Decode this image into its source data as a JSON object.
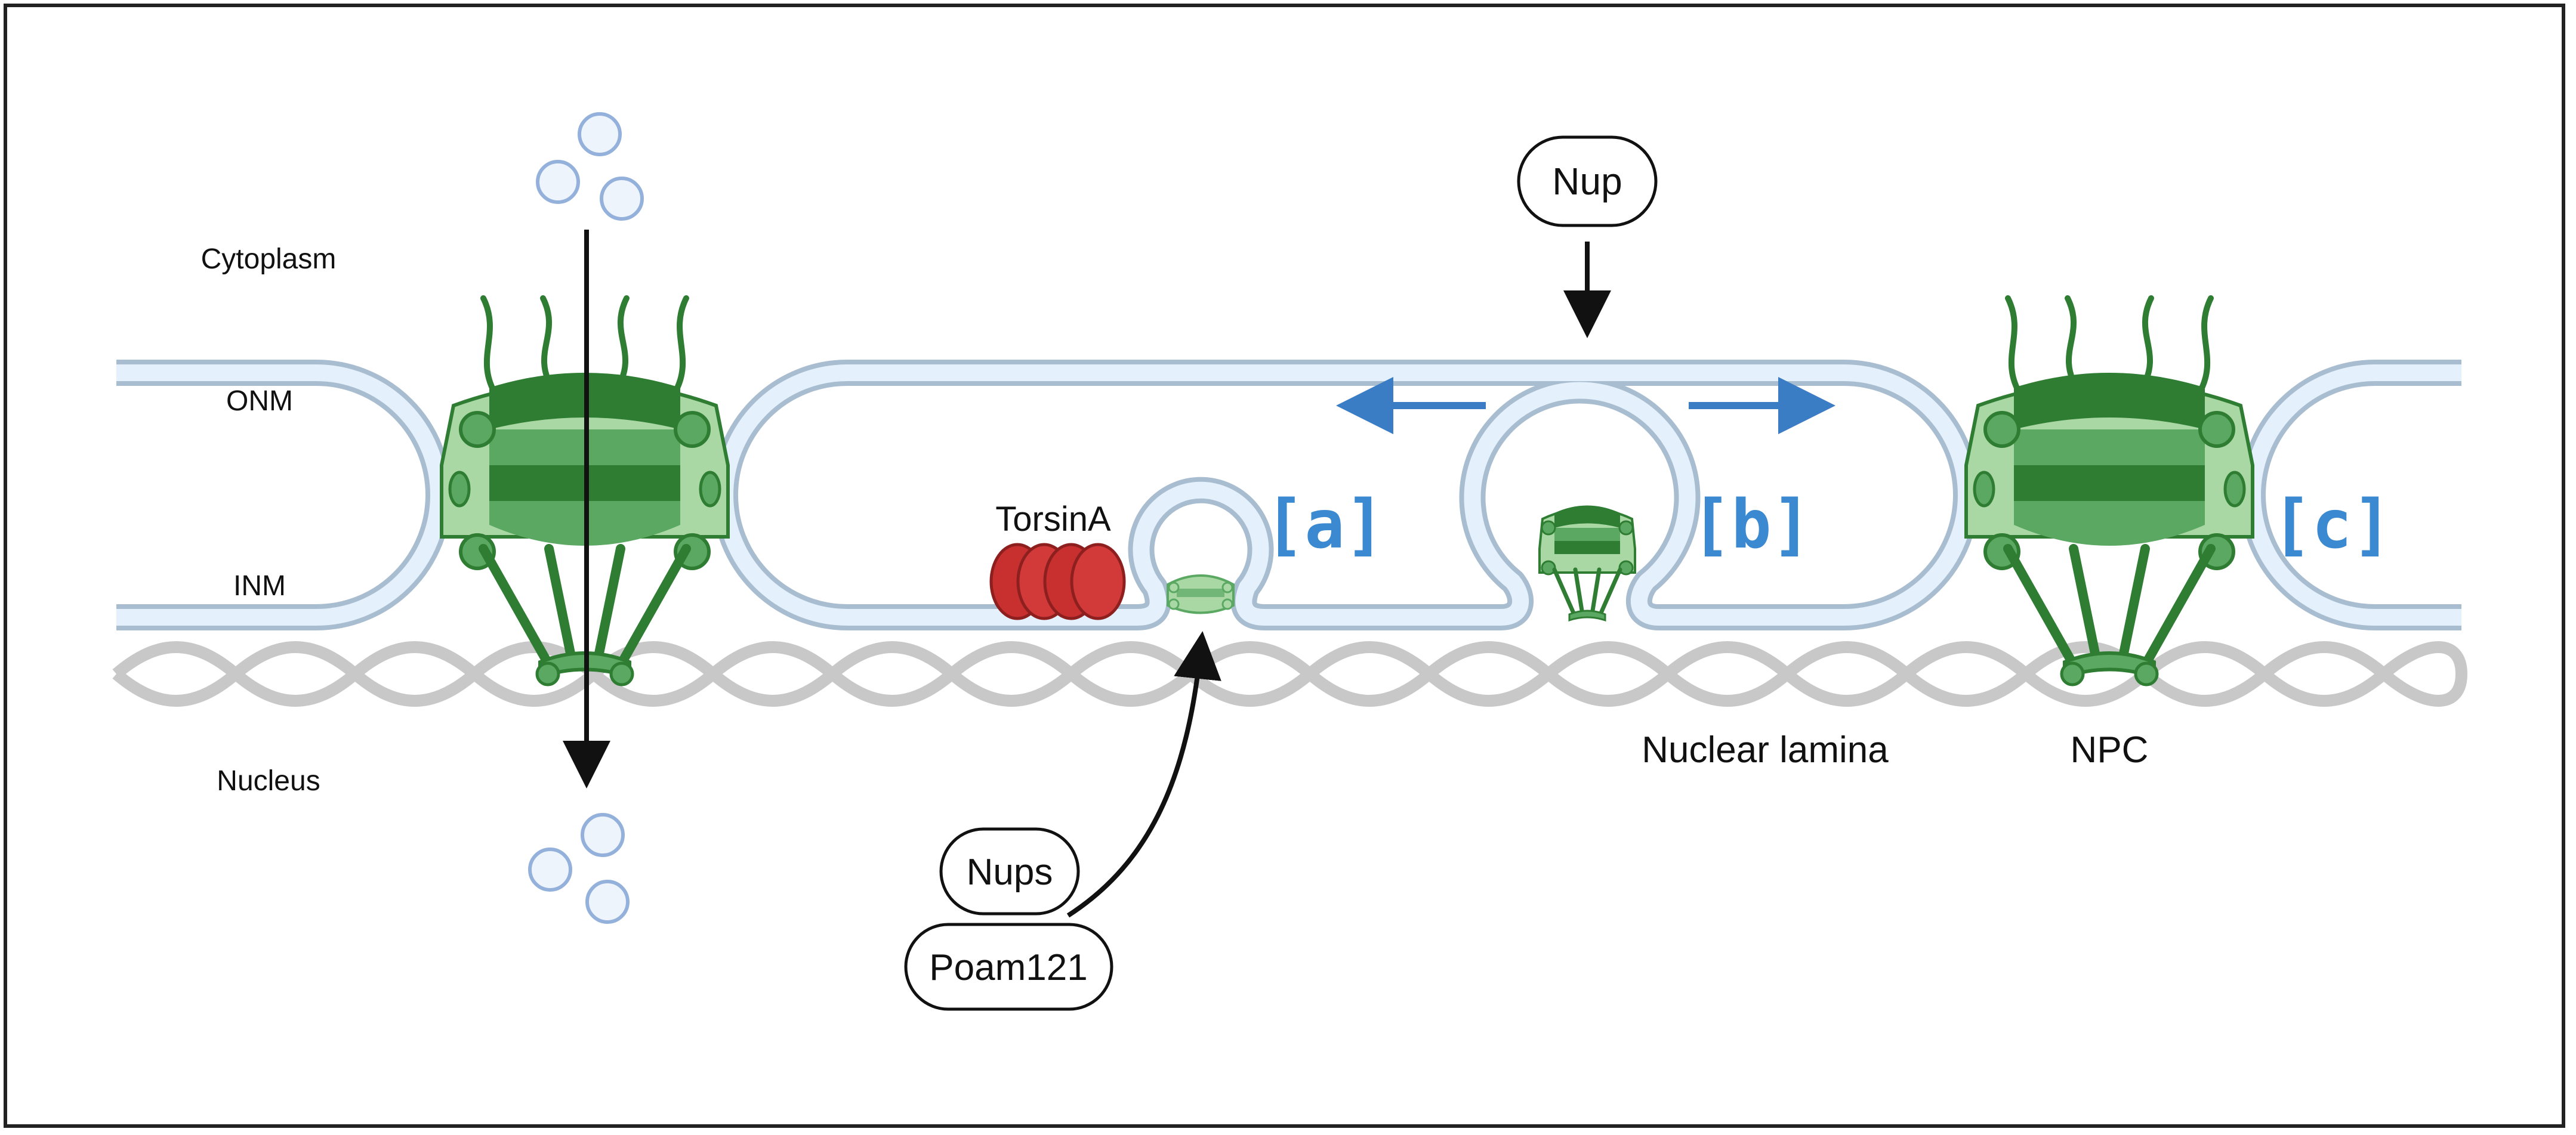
{
  "regions": {
    "cytoplasm": "Cytoplasm",
    "onm": "ONM",
    "inm": "INM",
    "nucleus": "Nucleus"
  },
  "labels": {
    "torsin": "TorsinA",
    "nuclear_lamina": "Nuclear lamina",
    "npc": "NPC"
  },
  "callouts": {
    "nup": "Nup",
    "nups": "Nups",
    "poam121": "Poam121"
  },
  "steps": {
    "a": "[a]",
    "b": "[b]",
    "c": "[c]"
  },
  "colors": {
    "membrane_fill": "#e4f0fb",
    "membrane_edge": "#a9bdd1",
    "npc_dark": "#2e7d32",
    "npc_mid": "#5aa862",
    "npc_light": "#a9d8a4",
    "torsin": "#d23a3a",
    "lamina": "#c8c8c8",
    "step_blue": "#3b8ad1",
    "arrow_blue": "#3b7dc4",
    "vesicle_edge": "#94b1db"
  }
}
